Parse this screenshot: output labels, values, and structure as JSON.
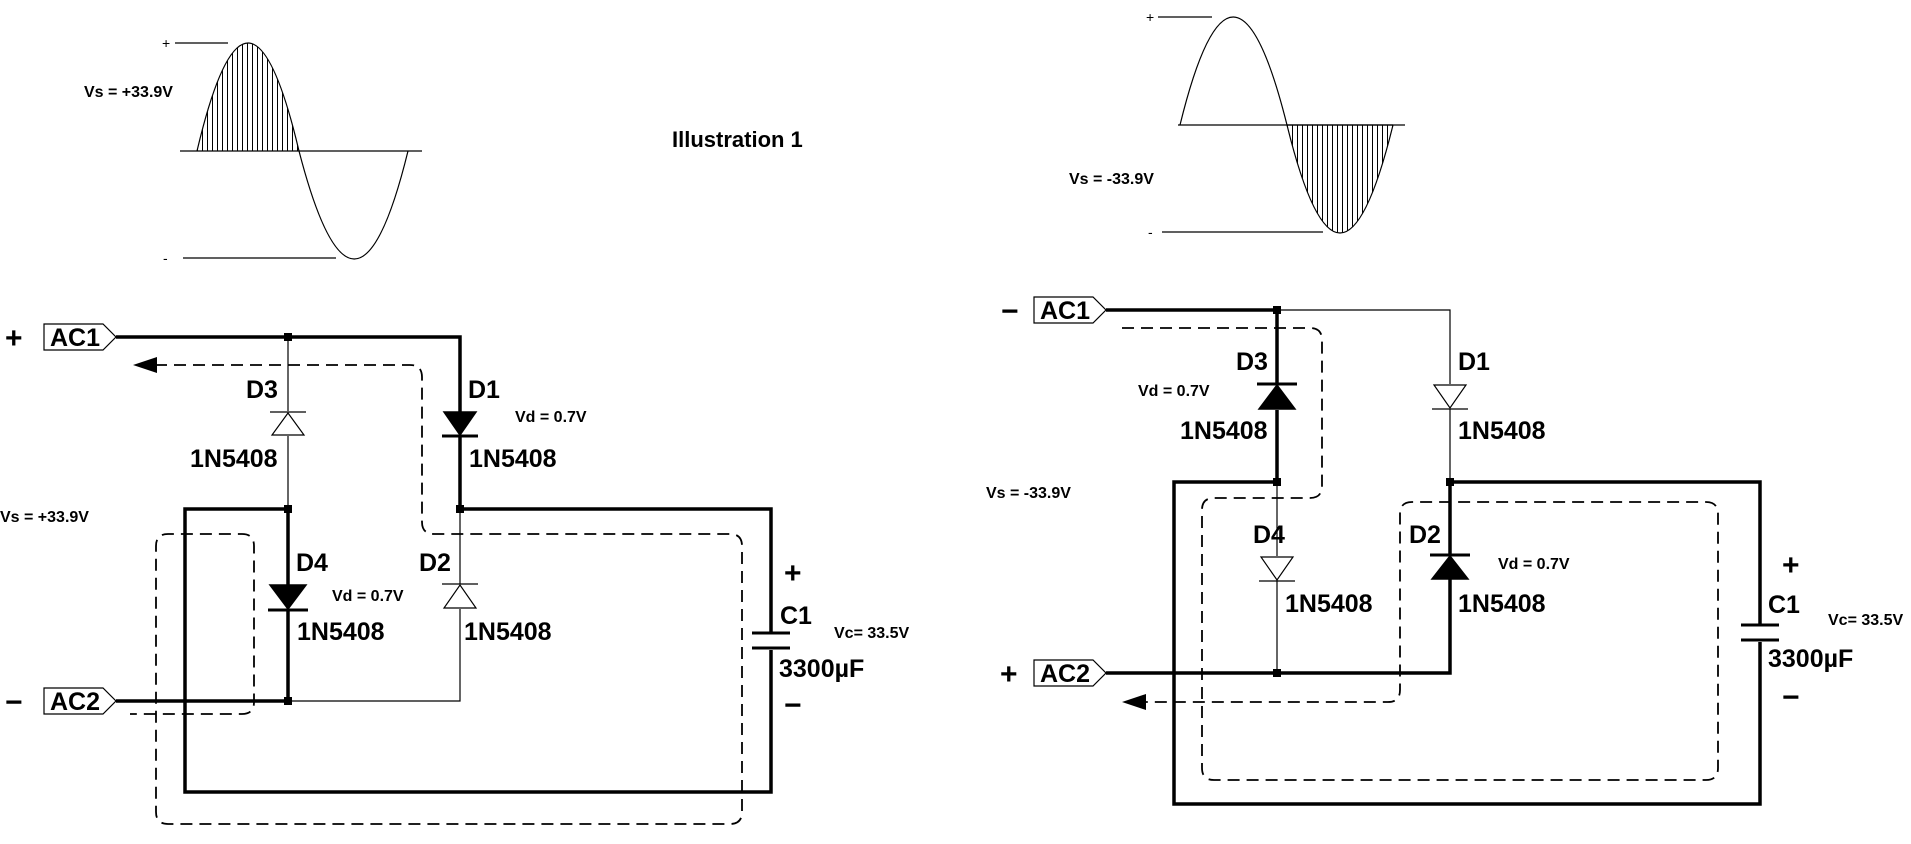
{
  "title": "Illustration 1",
  "plus": "+",
  "minus": "−",
  "wave_plus": "+",
  "wave_minus": "-",
  "left": {
    "wave_vs": "Vs = +33.9V",
    "vs": "Vs = +33.9V",
    "ac1": "AC1",
    "ac2": "AC2",
    "d1": "D1",
    "d2": "D2",
    "d3": "D3",
    "d4": "D4",
    "part": "1N5408",
    "vd_d1": "Vd = 0.7V",
    "vd_d4": "Vd = 0.7V",
    "c1": "C1",
    "cap": "3300µF",
    "vc": "Vc= 33.5V"
  },
  "right": {
    "wave_vs": "Vs = -33.9V",
    "vs": "Vs = -33.9V",
    "ac1": "AC1",
    "ac2": "AC2",
    "d1": "D1",
    "d2": "D2",
    "d3": "D3",
    "d4": "D4",
    "part": "1N5408",
    "vd_d3": "Vd = 0.7V",
    "vd_d2": "Vd = 0.7V",
    "c1": "C1",
    "cap": "3300µF",
    "vc": "Vc= 33.5V"
  }
}
